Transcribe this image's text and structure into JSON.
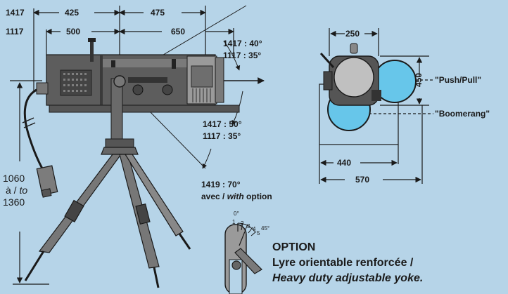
{
  "colors": {
    "background": "#b6d4e8",
    "body_dark": "#5a5a5a",
    "body_mid": "#8d8d8d",
    "lens": "#67c6ea",
    "line": "#1a1a1a"
  },
  "side_view": {
    "row1": {
      "model": "1417",
      "dim_a": "425",
      "dim_b": "475"
    },
    "row2": {
      "model": "1117",
      "dim_a": "500",
      "dim_b": "650"
    },
    "tilt_up": {
      "line1": "1417 : 40°",
      "line2": "1117 : 35°"
    },
    "tilt_down": {
      "line1": "1417 : 50°",
      "line2": "1117 : 35°"
    },
    "tilt_option": {
      "line1": "1419 : 70°",
      "line2_a": "avec / ",
      "line2_b": "with",
      "line2_c": " option"
    },
    "height": {
      "min": "1060",
      "sep_a": "à / ",
      "sep_b": "to",
      "max": "1360"
    }
  },
  "front_view": {
    "width_top": "250",
    "height": "450",
    "width_base": "440",
    "width_total": "570",
    "push_pull": "\"Push/Pull\"",
    "boomerang": "\"Boomerang\""
  },
  "yoke_scale": {
    "deg0": "0°",
    "marks": [
      "1",
      "2",
      "3",
      "4",
      "5"
    ],
    "deg45": "45°"
  },
  "option": {
    "title": "OPTION",
    "fr": "Lyre orientable renforcée /",
    "en": "Heavy duty adjustable yoke."
  }
}
